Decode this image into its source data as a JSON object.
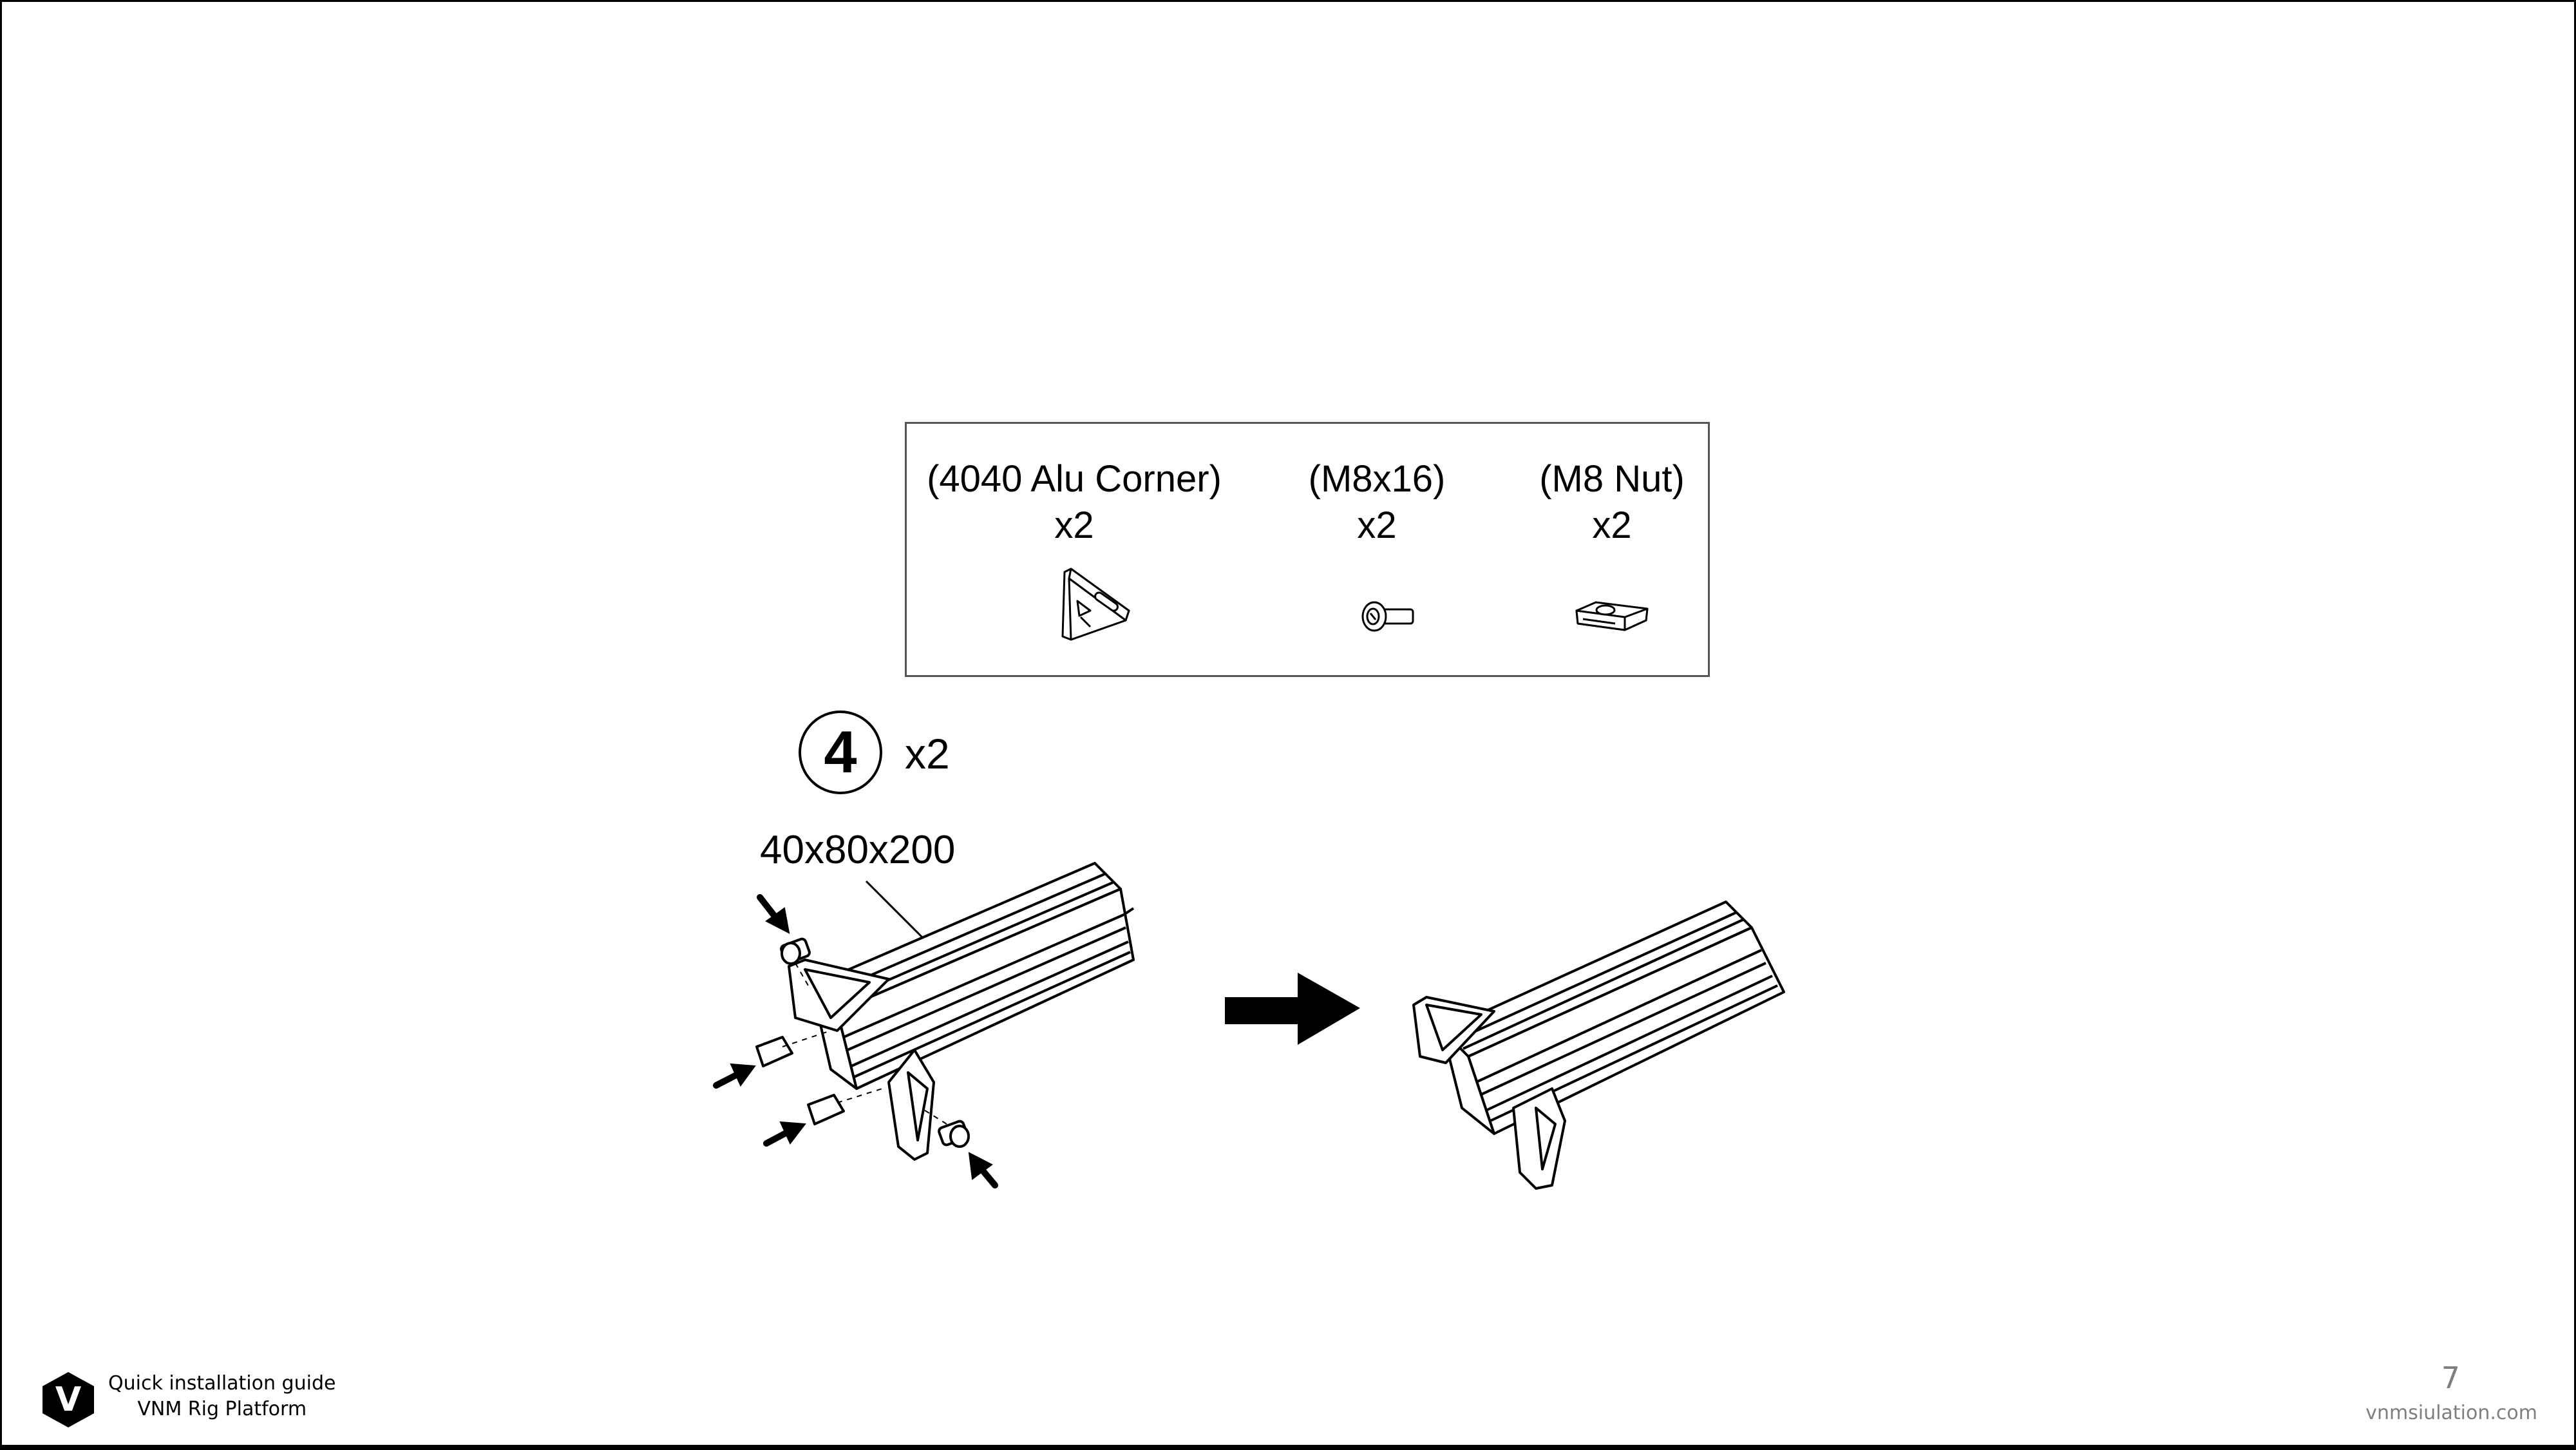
{
  "parts": {
    "corner": {
      "name": "(4040 Alu Corner)",
      "qty": "x2",
      "icon": "corner-bracket-icon"
    },
    "bolt": {
      "name": "(M8x16)",
      "qty": "x2",
      "icon": "bolt-icon"
    },
    "nut": {
      "name": "(M8 Nut)",
      "qty": "x2",
      "icon": "t-nut-icon"
    }
  },
  "step": {
    "number": "4",
    "qty": "x2",
    "profile_label": "40x80x200"
  },
  "footer": {
    "guide_line1": "Quick installation guide",
    "guide_line2": "VNM Rig Platform",
    "logo_letter": "V",
    "page_number": "7",
    "website": "vnmsiulation.com"
  }
}
